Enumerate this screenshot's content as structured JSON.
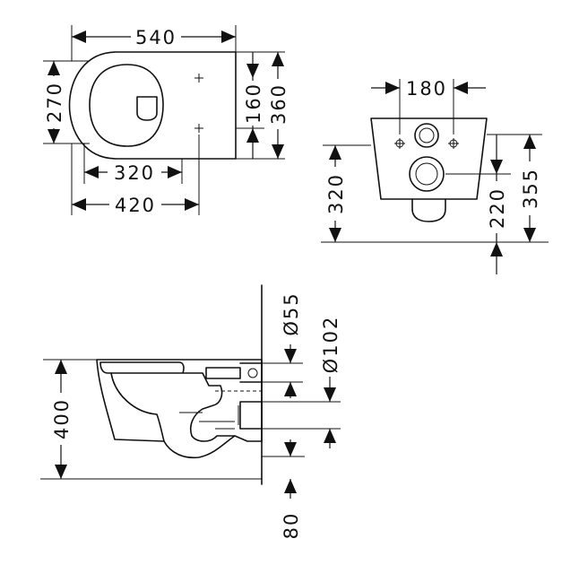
{
  "top_view": {
    "width_overall": "540",
    "width_fixing": "420",
    "width_inner": "320",
    "height_depth": "270",
    "height_holes": "160",
    "height_total": "360"
  },
  "front_view": {
    "width_holes": "180",
    "height_left": "320",
    "height_inlet": "220",
    "height_top": "355"
  },
  "side_view": {
    "dia_inlet": "Ø55",
    "dia_outlet": "Ø102",
    "height_seat": "400",
    "height_floor": "80"
  },
  "colors": {
    "line": "#111111",
    "background": "#ffffff"
  }
}
